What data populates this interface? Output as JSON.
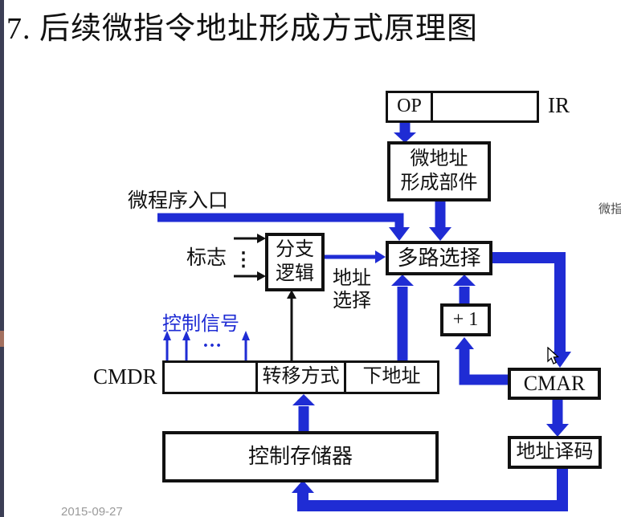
{
  "title": "7. 后续微指令地址形成方式原理图",
  "colors": {
    "blue": "#1f2cd4",
    "black": "#111111",
    "gray": "#9a9a9a",
    "sidebar": "#3b3e55",
    "edge_accent": "#a3705f"
  },
  "diagram": {
    "ir_register": {
      "op_cell": "OP",
      "label": "IR"
    },
    "micro_addr_former": {
      "line1": "微地址",
      "line2": "形成部件"
    },
    "micro_entry_label": "微程序入口",
    "flags_label": "标志",
    "flags_dots": "⋮",
    "branch_logic": {
      "line1": "分支",
      "line2": "逻辑"
    },
    "multiplexer": "多路选择",
    "addr_select_label": {
      "line1": "地址",
      "line2": "选择"
    },
    "plus_one": "+ 1",
    "control_signals_label": "控制信号",
    "control_signals_dots": "…",
    "cmdr_register": {
      "label": "CMDR",
      "transfer_mode_cell": "转移方式",
      "next_addr_cell": "下地址"
    },
    "cmar": "CMAR",
    "control_store": "控制存储器",
    "addr_decoder": "地址译码",
    "edge_partial_text": "微指"
  },
  "footer": {
    "date": "2015-09-27"
  }
}
